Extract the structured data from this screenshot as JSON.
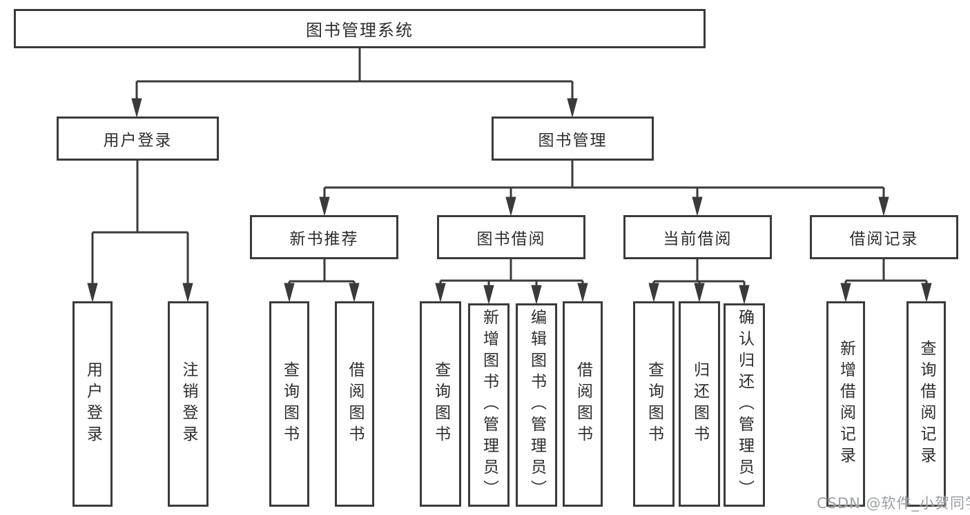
{
  "diagram": {
    "tree": {
      "label": "图书管理系统",
      "children": [
        {
          "label": "用户登录",
          "children": [
            {
              "label": "用户登录"
            },
            {
              "label": "注销登录"
            }
          ]
        },
        {
          "label": "图书管理",
          "children": [
            {
              "label": "新书推荐",
              "children": [
                {
                  "label": "查询图书"
                },
                {
                  "label": "借阅图书"
                }
              ]
            },
            {
              "label": "图书借阅",
              "children": [
                {
                  "label": "查询图书"
                },
                {
                  "label": "新增图书（管理员）"
                },
                {
                  "label": "编辑图书（管理员）"
                },
                {
                  "label": "借阅图书"
                }
              ]
            },
            {
              "label": "当前借阅",
              "children": [
                {
                  "label": "查询图书"
                },
                {
                  "label": "归还图书"
                },
                {
                  "label": "确认归还（管理员）"
                }
              ]
            },
            {
              "label": "借阅记录",
              "children": [
                {
                  "label": "新增借阅记录"
                },
                {
                  "label": "查询借阅记录"
                }
              ]
            }
          ]
        }
      ]
    },
    "colors": {
      "line": "#3a3a3a",
      "box_border": "#3a3a3a",
      "text": "#2d2d2d",
      "watermark": "#94979b"
    }
  },
  "watermark": {
    "text": "CSDN @软件_小贺同学"
  }
}
